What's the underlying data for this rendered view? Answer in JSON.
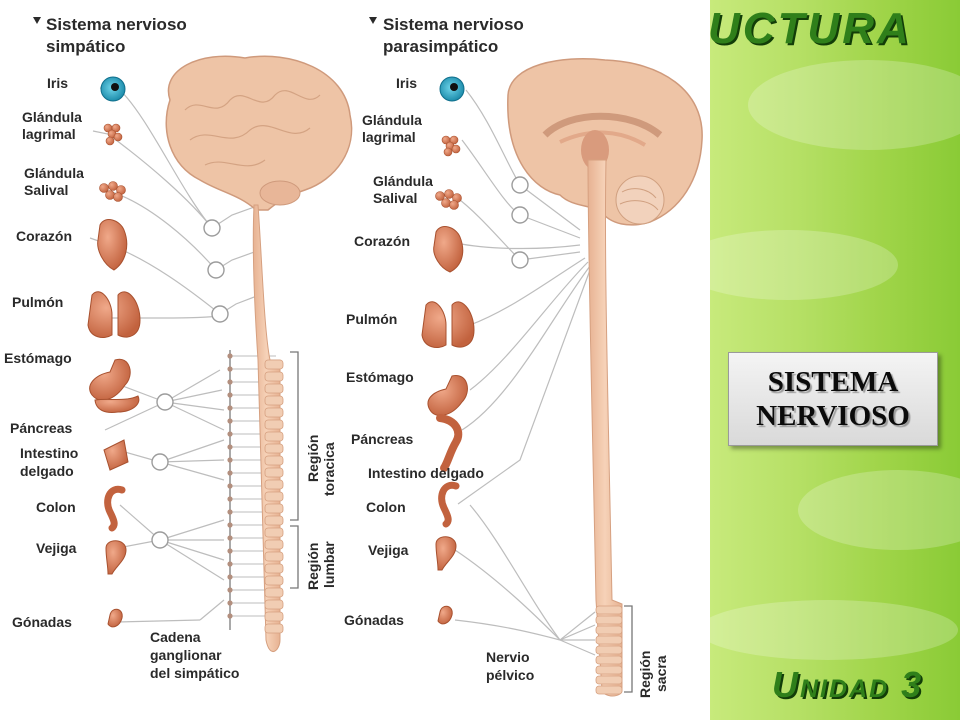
{
  "slide": {
    "banner_top": "UCTURA",
    "banner_bottom": "Unidad 3",
    "badge_text": "SISTEMA\nNERVIOSO"
  },
  "diagram": {
    "sympathetic": {
      "title_line1": "Sistema nervioso",
      "title_line2": "simpático",
      "labels": {
        "iris": "Iris",
        "lacrimal_1": "Glándula",
        "lacrimal_2": "lagrimal",
        "salivary_1": "Glándula",
        "salivary_2": "Salival",
        "heart": "Corazón",
        "lung": "Pulmón",
        "stomach": "Estómago",
        "pancreas": "Páncreas",
        "intestine_1": "Intestino",
        "intestine_2": "delgado",
        "colon": "Colon",
        "bladder": "Vejiga",
        "gonads": "Gónadas",
        "chain_1": "Cadena",
        "chain_2": "ganglionar",
        "chain_3": "del simpático"
      },
      "regions": {
        "thoracic_1": "Región",
        "thoracic_2": "toracica",
        "lumbar_1": "Región",
        "lumbar_2": "lumbar"
      }
    },
    "parasympathetic": {
      "title_line1": "Sistema nervioso",
      "title_line2": "parasimpático",
      "labels": {
        "iris": "Iris",
        "lacrimal_1": "Glándula",
        "lacrimal_2": "lagrimal",
        "salivary_1": "Glándula",
        "salivary_2": "Salival",
        "heart": "Corazón",
        "lung": "Pulmón",
        "stomach": "Estómago",
        "pancreas": "Páncreas",
        "intestine": "Intestino delgado",
        "colon": "Colon",
        "bladder": "Vejiga",
        "gonads": "Gónadas",
        "pelvic_1": "Nervio",
        "pelvic_2": "pélvico"
      },
      "regions": {
        "sacral_1": "Región",
        "sacral_2": "sacra"
      }
    }
  },
  "colors": {
    "brain": "#eec4a6",
    "organ": "#d9805a",
    "iris": "#22a6c4",
    "nerve": "#b9b9b9",
    "banner": "#2f7f1a"
  }
}
